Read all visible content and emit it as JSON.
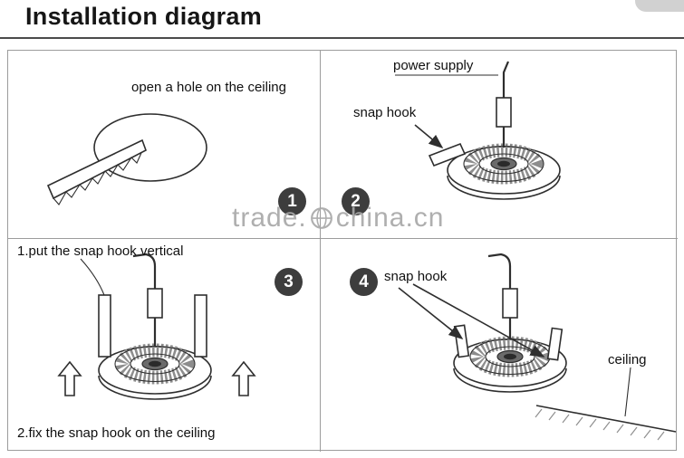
{
  "page": {
    "title": "Installation diagram"
  },
  "watermark": {
    "left": "trade.",
    "right": "china.cn"
  },
  "colors": {
    "badge_bg": "#3d3d3d",
    "watermark": "#a9a9a9",
    "line": "#2e2e2e",
    "border": "#9c9c9c"
  },
  "steps": {
    "s1": {
      "number": "1",
      "caption": "open a hole on the ceiling"
    },
    "s2": {
      "number": "2",
      "power_label": "power supply",
      "hook_label": "snap hook"
    },
    "s3": {
      "number": "3",
      "caption_top": "1.put the snap hook vertical",
      "caption_bottom": "2.fix the snap hook on the ceiling"
    },
    "s4": {
      "number": "4",
      "hook_label": "snap hook",
      "ceiling_label": "ceiling"
    }
  }
}
